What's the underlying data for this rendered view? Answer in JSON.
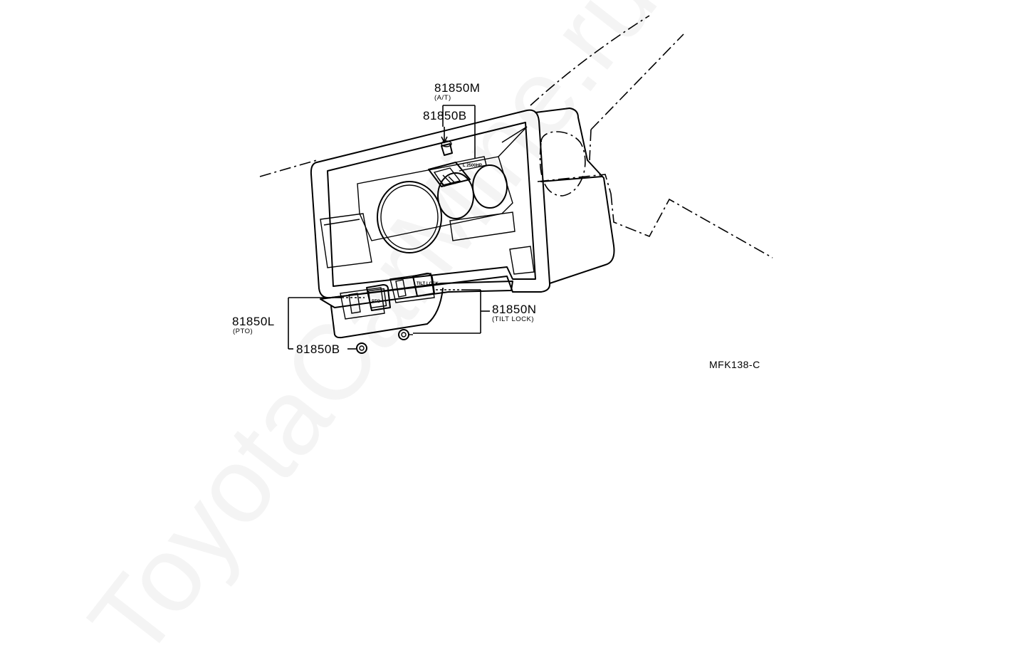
{
  "parts": {
    "p1": {
      "code": "81850M",
      "note": "(A/T)"
    },
    "p2": {
      "code": "81850B"
    },
    "p3": {
      "code": "81850L",
      "note": "(PTO)"
    },
    "p4": {
      "code": "81850B"
    },
    "p5": {
      "code": "81850N",
      "note": "(TILT LOCK)"
    }
  },
  "figure_id": "MFK138-C",
  "switch_text": {
    "pto": "PTO",
    "tilt": "TILT LOCK",
    "indicator": "L 2500HP"
  },
  "watermark": "ToyotaCarMine.ru"
}
